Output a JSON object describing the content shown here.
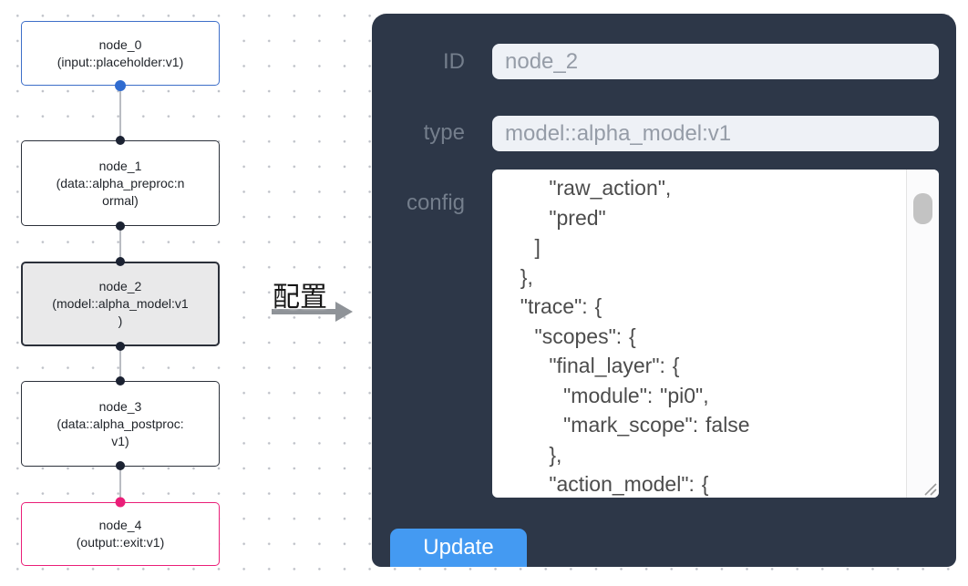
{
  "flow": {
    "nodes": [
      {
        "id": "node_0",
        "node_type": "input::placeholder:v1",
        "display": "node_0\n(input::placeholder:v1)"
      },
      {
        "id": "node_1",
        "node_type": "data::alpha_preproc:normal",
        "display": "node_1\n(data::alpha_preproc:n\normal)"
      },
      {
        "id": "node_2",
        "node_type": "model::alpha_model:v1",
        "display": "node_2\n(model::alpha_model:v1\n)",
        "selected": true
      },
      {
        "id": "node_3",
        "node_type": "data::alpha_postproc:v1",
        "display": "node_3\n(data::alpha_postproc:\nv1)"
      },
      {
        "id": "node_4",
        "node_type": "output::exit:v1",
        "display": "node_4\n(output::exit:v1)"
      }
    ]
  },
  "annotation": {
    "label": "配置"
  },
  "panel": {
    "id_field": {
      "label": "ID",
      "value": "node_2"
    },
    "type_field": {
      "label": "type",
      "value": "model::alpha_model:v1"
    },
    "config_field": {
      "label": "config",
      "value": "      \"raw_action\",\n      \"pred\"\n    ]\n  },\n  \"trace\": {\n    \"scopes\": {\n      \"final_layer\": {\n        \"module\": \"pi0\",\n        \"mark_scope\": false\n      },\n      \"action_model\": {"
    },
    "update_button": "Update"
  },
  "colors": {
    "panel_bg": "#2d3748",
    "button_blue": "#449af2",
    "input_bg": "#eef1f6",
    "label_gray": "#747e8c",
    "node_border_default": "#2b303a",
    "node_border_input": "#3d6ec9",
    "node_border_output": "#ea1e78",
    "node_selected_bg": "#e9e9ea",
    "port_dot_dark": "#1b2232",
    "port_dot_blue": "#2f6bd0",
    "port_dot_pink": "#ea1e78"
  }
}
